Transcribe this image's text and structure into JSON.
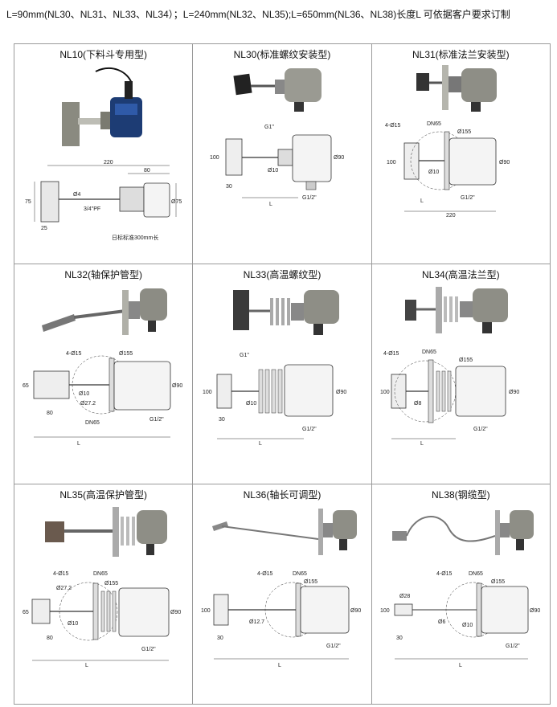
{
  "intro_text": "L=90mm(NL30、NL31、NL33、NL34）；L=240mm(NL32、NL35);L=650mm(NL36、NL38)长度L 可依据客户要求订制",
  "products": [
    {
      "title": "NL10(下料斗专用型)",
      "photo_icon": "side-mount-level-switch-photo",
      "dims": [
        "220",
        "80",
        "Ø4",
        "75",
        "Ø75",
        "3/4\"PF",
        "25",
        "日标标准300mm长"
      ]
    },
    {
      "title": "NL30(标准螺纹安装型)",
      "photo_icon": "threaded-level-switch-photo",
      "dims": [
        "G1\"",
        "100",
        "Ø90",
        "Ø10",
        "30",
        "L",
        "G1/2\""
      ]
    },
    {
      "title": "NL31(标准法兰安装型)",
      "photo_icon": "flange-level-switch-photo",
      "dims": [
        "4-Ø15",
        "DN65",
        "Ø155",
        "100",
        "Ø90",
        "Ø10",
        "L",
        "G1/2\"",
        "220"
      ]
    },
    {
      "title": "NL32(轴保护管型)",
      "photo_icon": "shaft-guard-level-switch-photo",
      "dims": [
        "4-Ø15",
        "Ø155",
        "65",
        "Ø90",
        "Ø10",
        "Ø27.2",
        "80",
        "DN65",
        "G1/2\"",
        "L"
      ]
    },
    {
      "title": "NL33(高温螺纹型)",
      "photo_icon": "high-temp-threaded-level-switch-photo",
      "dims": [
        "G1\"",
        "100",
        "Ø90",
        "Ø10",
        "30",
        "L",
        "G1/2\""
      ]
    },
    {
      "title": "NL34(高温法兰型)",
      "photo_icon": "high-temp-flange-level-switch-photo",
      "dims": [
        "4-Ø15",
        "DN65",
        "Ø155",
        "100",
        "Ø90",
        "Ø8",
        "L",
        "G1/2\""
      ]
    },
    {
      "title": "NL35(高温保护管型)",
      "photo_icon": "high-temp-guard-level-switch-photo",
      "dims": [
        "4-Ø15",
        "DN65",
        "Ø27.2",
        "Ø155",
        "65",
        "Ø90",
        "Ø10",
        "80",
        "G1/2\"",
        "L"
      ]
    },
    {
      "title": "NL36(轴长可调型)",
      "photo_icon": "adjustable-shaft-level-switch-photo",
      "dims": [
        "4-Ø15",
        "DN65",
        "Ø155",
        "100",
        "Ø90",
        "Ø12.7",
        "30",
        "G1/2\"",
        "L"
      ]
    },
    {
      "title": "NL38(钢缆型)",
      "photo_icon": "cable-level-switch-photo",
      "dims": [
        "4-Ø15",
        "DN65",
        "Ø155",
        "Ø28",
        "100",
        "Ø90",
        "Ø6",
        "Ø10",
        "30",
        "G1/2\"",
        "L"
      ]
    }
  ]
}
